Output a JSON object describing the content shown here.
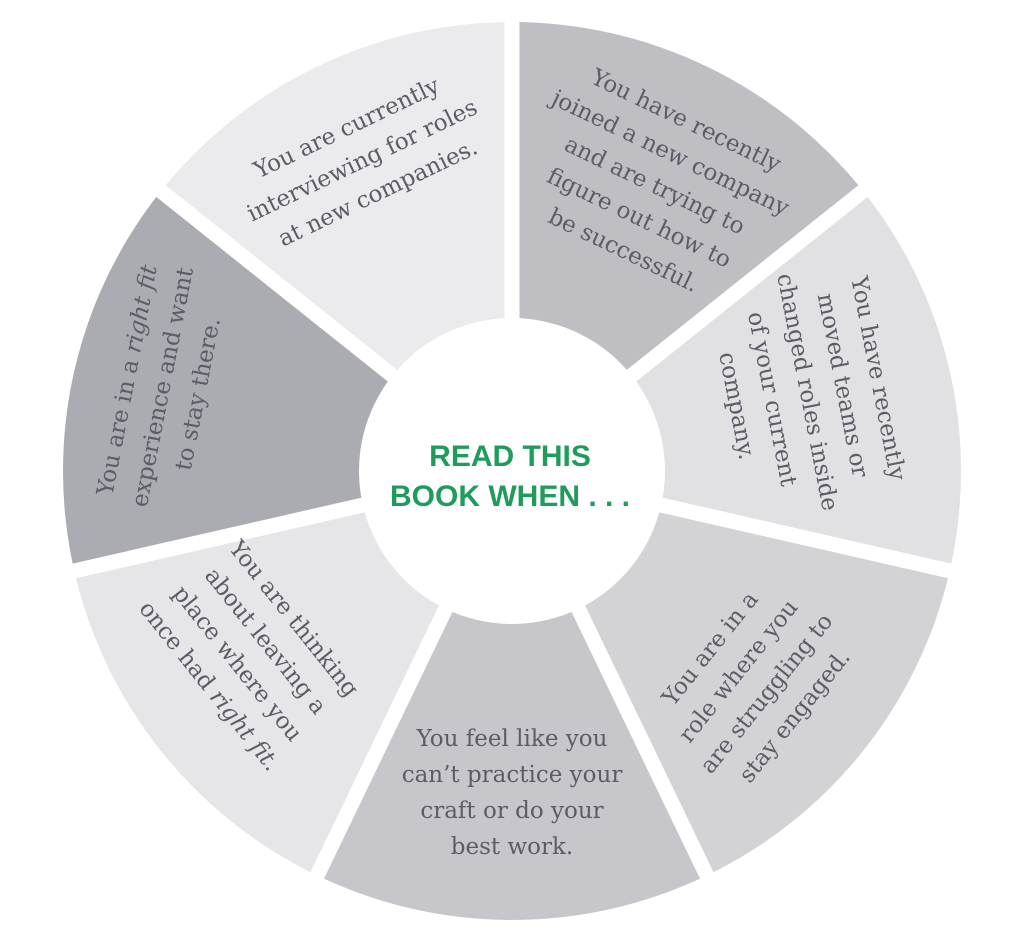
{
  "center": {
    "line1": "READ THIS",
    "line2": "BOOK WHEN . . ."
  },
  "colors": {
    "accent": "#1f9c5c",
    "text": "#5b5c68"
  },
  "segments": [
    {
      "color": "#ebebed",
      "lines": [
        [
          {
            "t": "You are currently"
          }
        ],
        [
          {
            "t": "interviewing for roles"
          }
        ],
        [
          {
            "t": "at new companies."
          }
        ]
      ]
    },
    {
      "color": "#bfbfc3",
      "lines": [
        [
          {
            "t": "You have recently"
          }
        ],
        [
          {
            "t": "joined a new company"
          }
        ],
        [
          {
            "t": "and are trying to"
          }
        ],
        [
          {
            "t": "figure out how to"
          }
        ],
        [
          {
            "t": "be successful."
          }
        ]
      ]
    },
    {
      "color": "#e1e1e3",
      "lines": [
        [
          {
            "t": "You have recently"
          }
        ],
        [
          {
            "t": "moved teams or"
          }
        ],
        [
          {
            "t": "changed roles inside"
          }
        ],
        [
          {
            "t": "of your current"
          }
        ],
        [
          {
            "t": "company."
          }
        ]
      ]
    },
    {
      "color": "#d3d3d6",
      "lines": [
        [
          {
            "t": "You are in a"
          }
        ],
        [
          {
            "t": "role where you"
          }
        ],
        [
          {
            "t": "are struggling to"
          }
        ],
        [
          {
            "t": "stay engaged."
          }
        ]
      ]
    },
    {
      "color": "#c7c7cb",
      "lines": [
        [
          {
            "t": "You feel like you"
          }
        ],
        [
          {
            "t": "can’t practice your"
          }
        ],
        [
          {
            "t": "craft or do your"
          }
        ],
        [
          {
            "t": "best work."
          }
        ]
      ]
    },
    {
      "color": "#e6e6e8",
      "lines": [
        [
          {
            "t": "You are thinking"
          }
        ],
        [
          {
            "t": "about leaving a"
          }
        ],
        [
          {
            "t": "place where you"
          }
        ],
        [
          {
            "t": "once had "
          },
          {
            "t": "right fit",
            "i": true
          },
          {
            "t": "."
          }
        ]
      ]
    },
    {
      "color": "#abacb1",
      "lines": [
        [
          {
            "t": "You are in a "
          },
          {
            "t": "right fit",
            "i": true
          }
        ],
        [
          {
            "t": "experience and want"
          }
        ],
        [
          {
            "t": "to stay there."
          }
        ]
      ]
    }
  ]
}
